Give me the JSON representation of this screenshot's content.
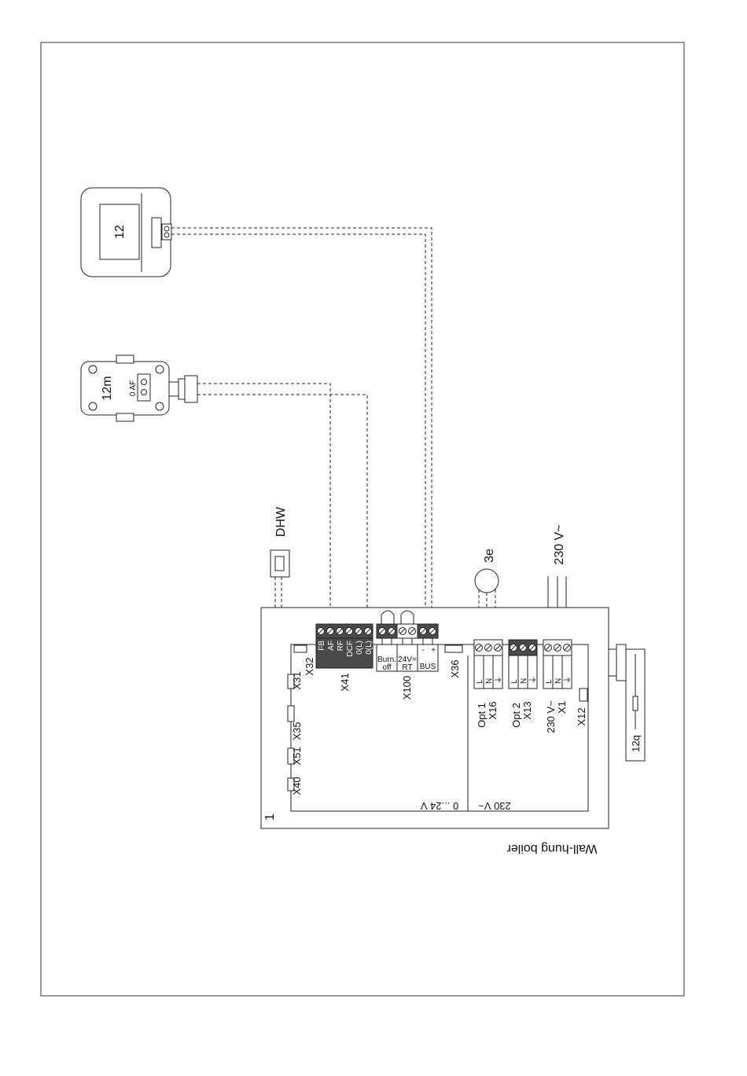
{
  "labels": {
    "thermostat": "12",
    "sensor": "12m",
    "sensor_terminal": "0 AF",
    "dhw": "DHW",
    "pump": "3e",
    "mains": "230 V~",
    "boiler_number": "1",
    "boiler_caption": "Wall-hung boiler",
    "accessory": "12q",
    "zone_low": "0 ...24 V",
    "zone_high": "230 V~"
  },
  "connectors": {
    "x31": "X31",
    "x32": "X32",
    "x35": "X35",
    "x51": "X51",
    "x40": "X40",
    "x41": "X41",
    "x100": "X100",
    "x36": "X36",
    "x16": "X16",
    "x13": "X13",
    "x1": "X1",
    "x12": "X12"
  },
  "x41_terms": [
    "FB",
    "AF",
    "RF",
    "DCF",
    "0(L)",
    "0(L)"
  ],
  "x100": {
    "burn": "Burn.",
    "off": "off",
    "v24": "24V=",
    "rt": "RT",
    "bus": "BUS",
    "minus": "-",
    "plus": "+"
  },
  "opt1": {
    "name": "Opt 1",
    "terms": [
      "L",
      "N",
      "⏚"
    ]
  },
  "opt2": {
    "name": "Opt 2",
    "terms": [
      "L",
      "N",
      "⏚"
    ]
  },
  "x1_block": {
    "name": "230 V~",
    "terms": [
      "L",
      "N",
      "⏚"
    ]
  }
}
